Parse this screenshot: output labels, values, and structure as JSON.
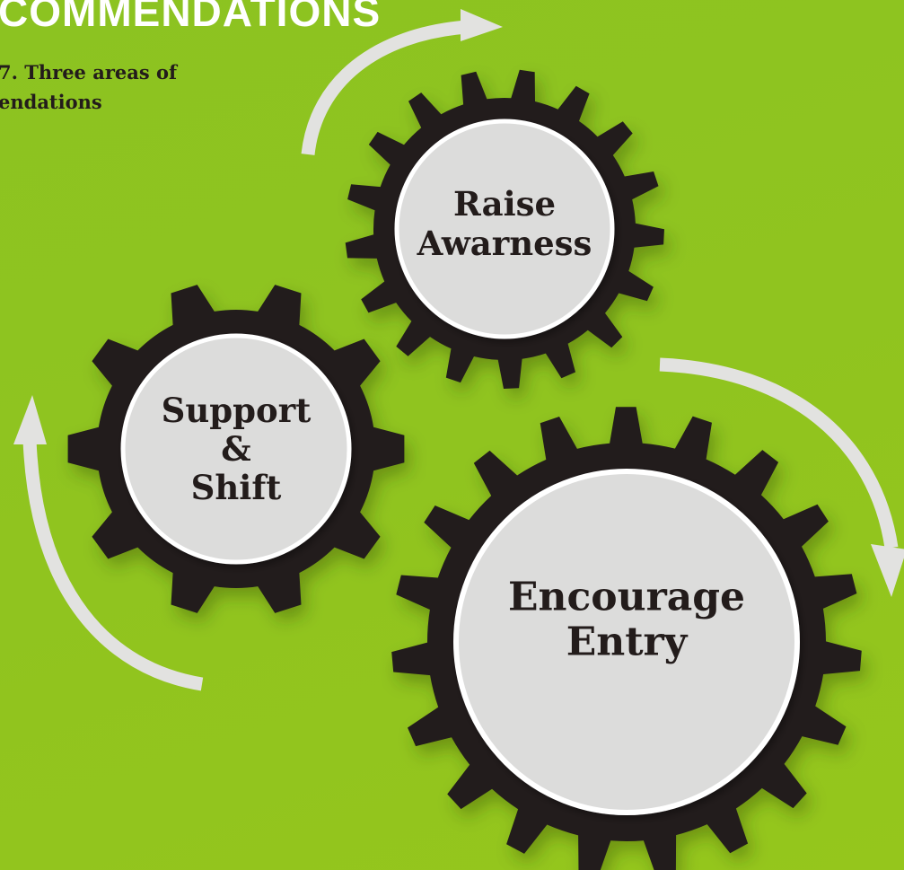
{
  "header": {
    "title": "COMMENDATIONS",
    "caption_line1": "7. Three areas of",
    "caption_line2": "endations"
  },
  "gears": [
    {
      "id": "raise-awareness",
      "lines": [
        "Raise",
        "Awarness"
      ]
    },
    {
      "id": "support-shift",
      "lines": [
        "Support",
        "&",
        "Shift"
      ]
    },
    {
      "id": "encourage-entry",
      "lines": [
        "Encourage",
        "Entry"
      ]
    }
  ],
  "colors": {
    "background": "#8fc31f",
    "gear": "#231c1b",
    "hub": "#dcdcdb",
    "arrow": "#e2e2e0",
    "text": "#231c1b"
  }
}
